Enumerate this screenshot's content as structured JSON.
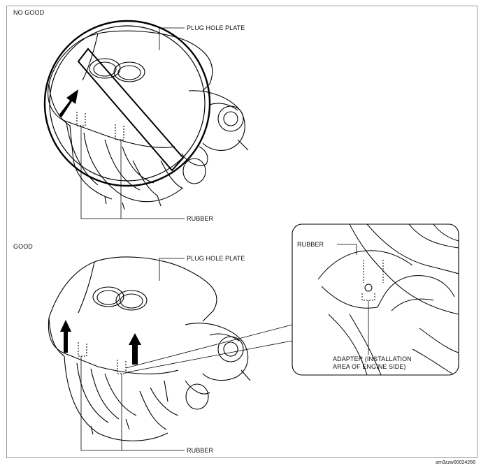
{
  "panels": {
    "no_good": {
      "heading": "NO GOOD",
      "plug_hole_plate_label": "PLUG HOLE PLATE",
      "rubber_label": "RUBBER"
    },
    "good": {
      "heading": "GOOD",
      "plug_hole_plate_label": "PLUG HOLE PLATE",
      "rubber_label": "RUBBER"
    },
    "inset": {
      "rubber_label": "RUBBER",
      "adapter_label_line1": "ADAPTER (INSTALLATION",
      "adapter_label_line2": "AREA OF ENGINE SIDE)"
    }
  },
  "figure_code": "am3zzw00024266",
  "icons": [
    "prohibited-icon",
    "up-arrow-icon"
  ]
}
